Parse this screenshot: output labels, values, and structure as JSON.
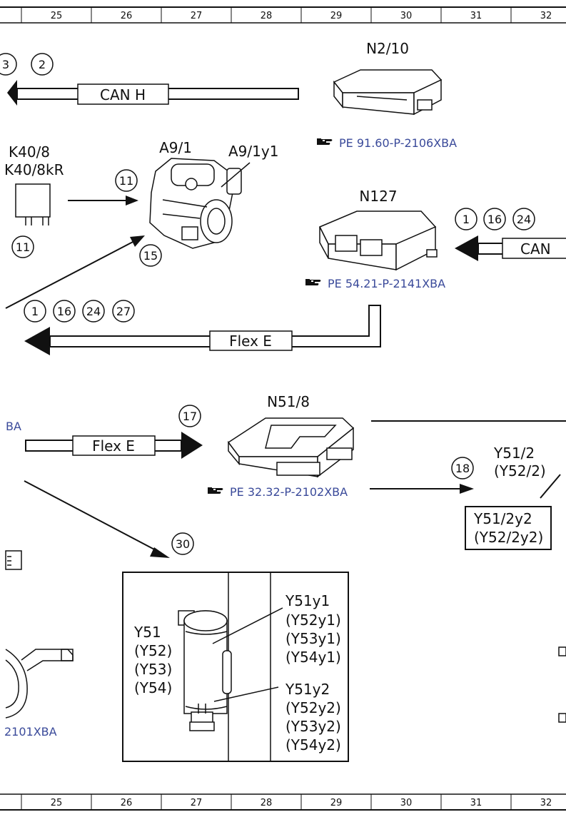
{
  "ruler": {
    "columns": [
      "25",
      "26",
      "27",
      "28",
      "29",
      "30",
      "31",
      "32"
    ]
  },
  "bus_labels": {
    "can_h": "CAN H",
    "can_right": "CAN",
    "flex_e_top": "Flex E",
    "flex_e_mid": "Flex E"
  },
  "components": {
    "n2_10": "N2/10",
    "n127": "N127",
    "n51_8": "N51/8",
    "a9_1": "A9/1",
    "a9_1y1": "A9/1y1",
    "k40_8": "K40/8",
    "k40_8kr": "K40/8kR",
    "y51_2": "Y51/2",
    "y52_2": "(Y52/2)",
    "y51_2y2": "Y51/2y2",
    "y52_2y2": "(Y52/2y2)",
    "y51": "Y51",
    "y52": "(Y52)",
    "y53": "(Y53)",
    "y54": "(Y54)",
    "y51y1": "Y51y1",
    "y52y1": "(Y52y1)",
    "y53y1": "(Y53y1)",
    "y54y1": "(Y54y1)",
    "y51y2": "Y51y2",
    "y52y2": "(Y52y2)",
    "y53y2": "(Y53y2)",
    "y54y2": "(Y54y2)"
  },
  "references": {
    "n2_10": "PE 91.60-P-2106XBA",
    "n127": "PE 54.21-P-2141XBA",
    "n51_8": "PE 32.32-P-2102XBA",
    "left_mid": "BA",
    "left_bottom": "2101XBA"
  },
  "callouts": {
    "c3": "3",
    "c2": "2",
    "c11a": "11",
    "c11b": "11",
    "c15": "15",
    "c1a": "1",
    "c16a": "16",
    "c24a": "24",
    "c27": "27",
    "c1b": "1",
    "c16b": "16",
    "c24b": "24",
    "c17": "17",
    "c18": "18",
    "c30": "30"
  },
  "icons": {
    "reference": "pointing-hand-icon"
  },
  "colors": {
    "reference_text": "#3a4a9a",
    "line": "#111111"
  }
}
